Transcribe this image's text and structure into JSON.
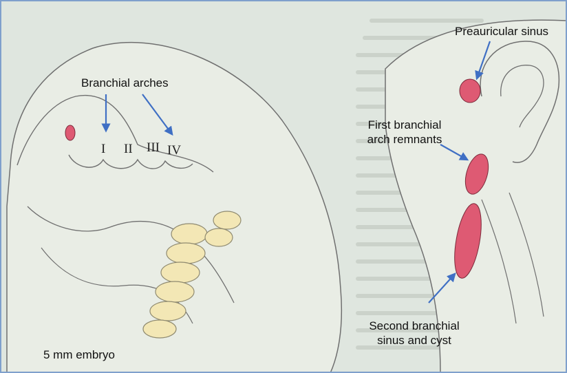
{
  "labels": {
    "branchial_arches": "Branchial arches",
    "embryo": "5 mm embryo",
    "preauricular_sinus": "Preauricular sinus",
    "first_branchial_line1": "First branchial",
    "first_branchial_line2": "arch remnants",
    "second_branchial_line1": "Second branchial",
    "second_branchial_line2": "sinus and cyst"
  },
  "arches": [
    "I",
    "II",
    "III",
    "IV"
  ],
  "colors": {
    "background": "#dfe6df",
    "tissue_fill": "#e9ede5",
    "outline": "#6f6f6f",
    "lesion": "#de5a73",
    "arrow": "#3f6fc4",
    "border": "#7fa0cc"
  }
}
